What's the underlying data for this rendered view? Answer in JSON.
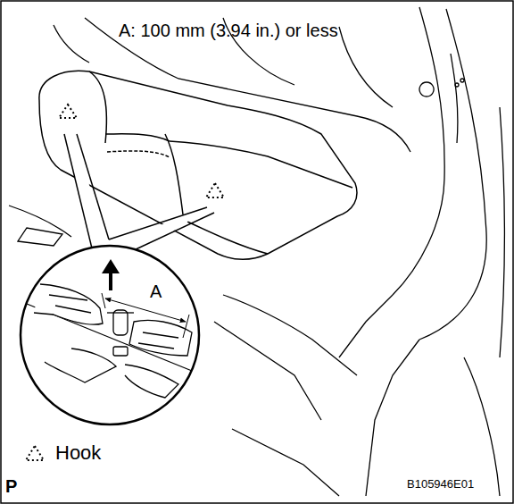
{
  "diagram": {
    "labels": [
      "A: 100 mm (3.94 in.) or less",
      "A",
      "P",
      "B105946E01"
    ],
    "legend": [
      {
        "text": "Hook"
      }
    ]
  }
}
